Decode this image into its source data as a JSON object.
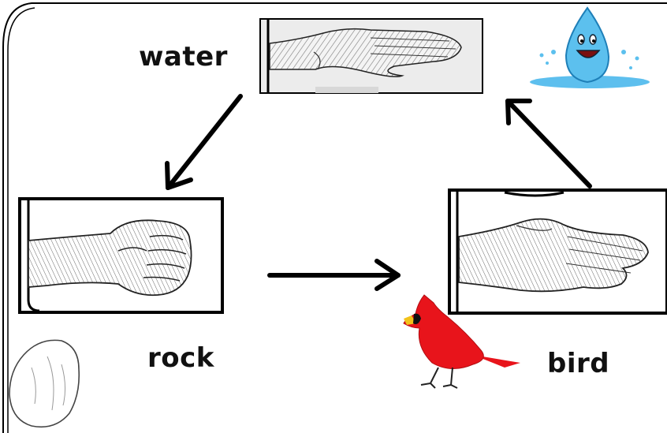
{
  "diagram": {
    "labels": {
      "water": "water",
      "rock": "rock",
      "bird": "bird"
    },
    "icons": {
      "water_gesture": "flat-hand-palm-down-icon",
      "rock_gesture": "fist-icon",
      "bird_gesture": "open-hand-palm-up-icon",
      "water_symbol": "water-drop-icon",
      "rock_symbol": "rock-icon",
      "bird_symbol": "cardinal-bird-icon"
    },
    "colors": {
      "line": "#000000",
      "drop": "#4fb5e6",
      "cardinal": "#e8141b",
      "beak": "#f2c21a"
    }
  }
}
